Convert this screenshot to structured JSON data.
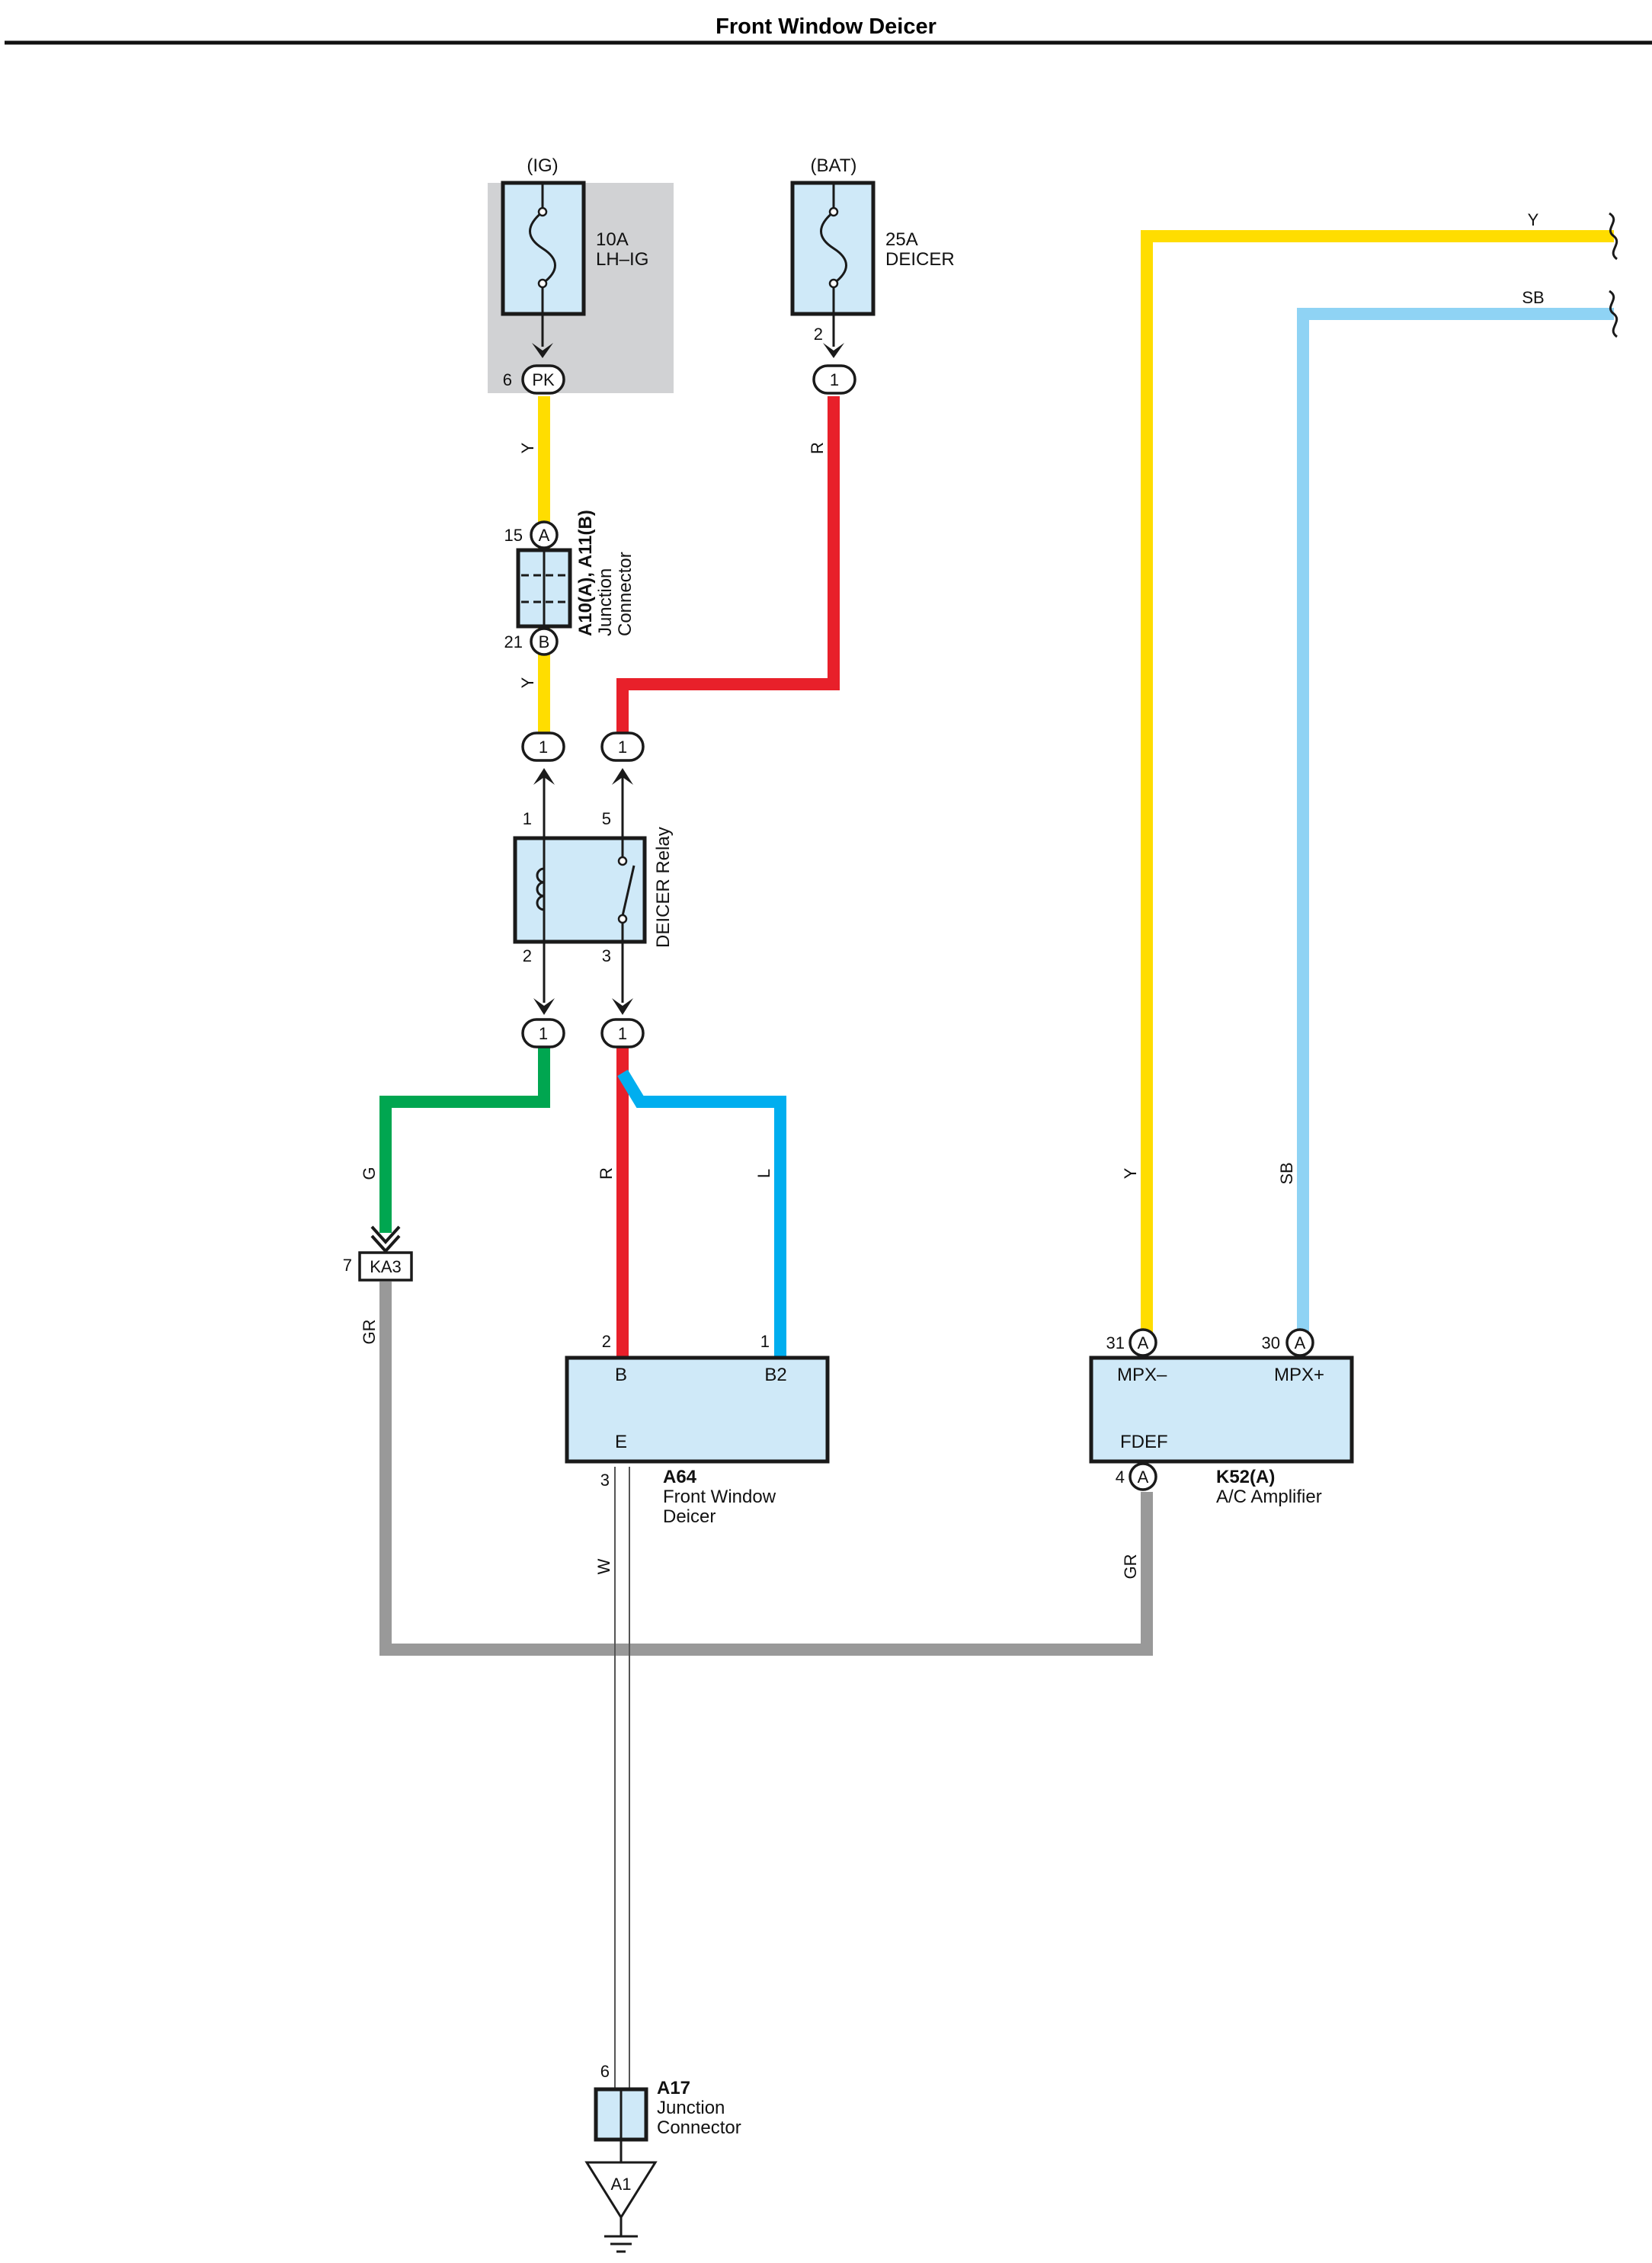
{
  "title": "Front Window Deicer",
  "colors": {
    "yellow": "#ffdd00",
    "red": "#e8202a",
    "green": "#00a650",
    "blue": "#00aeef",
    "sky_blue": "#8fd3f4",
    "gray": "#999999",
    "white_wire": "#ffffff",
    "component_fill": "#cfe9f8",
    "fuse_panel": "#d1d2d4"
  },
  "power": {
    "ig": {
      "source": "(IG)",
      "fuse_amp": "10A",
      "fuse_name": "LH–IG",
      "pin": "6",
      "connector": "PK"
    },
    "bat": {
      "source": "(BAT)",
      "fuse_amp": "25A",
      "fuse_name": "DEICER",
      "pin": "2",
      "connector": "1"
    }
  },
  "junction_a10": {
    "name": "A10(A), A11(B)",
    "desc_1": "Junction",
    "desc_2": "Connector",
    "pin_top": "15",
    "pin_top_conn": "A",
    "pin_bottom": "21",
    "pin_bottom_conn": "B"
  },
  "relay": {
    "name": "DEICER Relay",
    "pins": {
      "p1": "1",
      "p5": "5",
      "p2": "2",
      "p3": "3"
    },
    "connector_label": "1"
  },
  "wires": {
    "y": "Y",
    "r": "R",
    "g": "G",
    "l": "L",
    "gr": "GR",
    "w": "W",
    "sb": "SB"
  },
  "ka3": {
    "pin": "7",
    "name": "KA3"
  },
  "deicer": {
    "code": "A64",
    "desc_1": "Front Window",
    "desc_2": "Deicer",
    "pin_b": "2",
    "term_b": "B",
    "pin_b2": "1",
    "term_b2": "B2",
    "pin_e": "3",
    "term_e": "E"
  },
  "amplifier": {
    "code": "K52(A)",
    "desc": "A/C Amplifier",
    "pin_mpx_minus": "31",
    "term_mpx_minus": "MPX–",
    "pin_mpx_plus": "30",
    "term_mpx_plus": "MPX+",
    "pin_fdef": "4",
    "term_fdef": "FDEF",
    "conn": "A"
  },
  "junction_a17": {
    "code": "A17",
    "desc_1": "Junction",
    "desc_2": "Connector",
    "pin": "6"
  },
  "ground": {
    "name": "A1"
  }
}
